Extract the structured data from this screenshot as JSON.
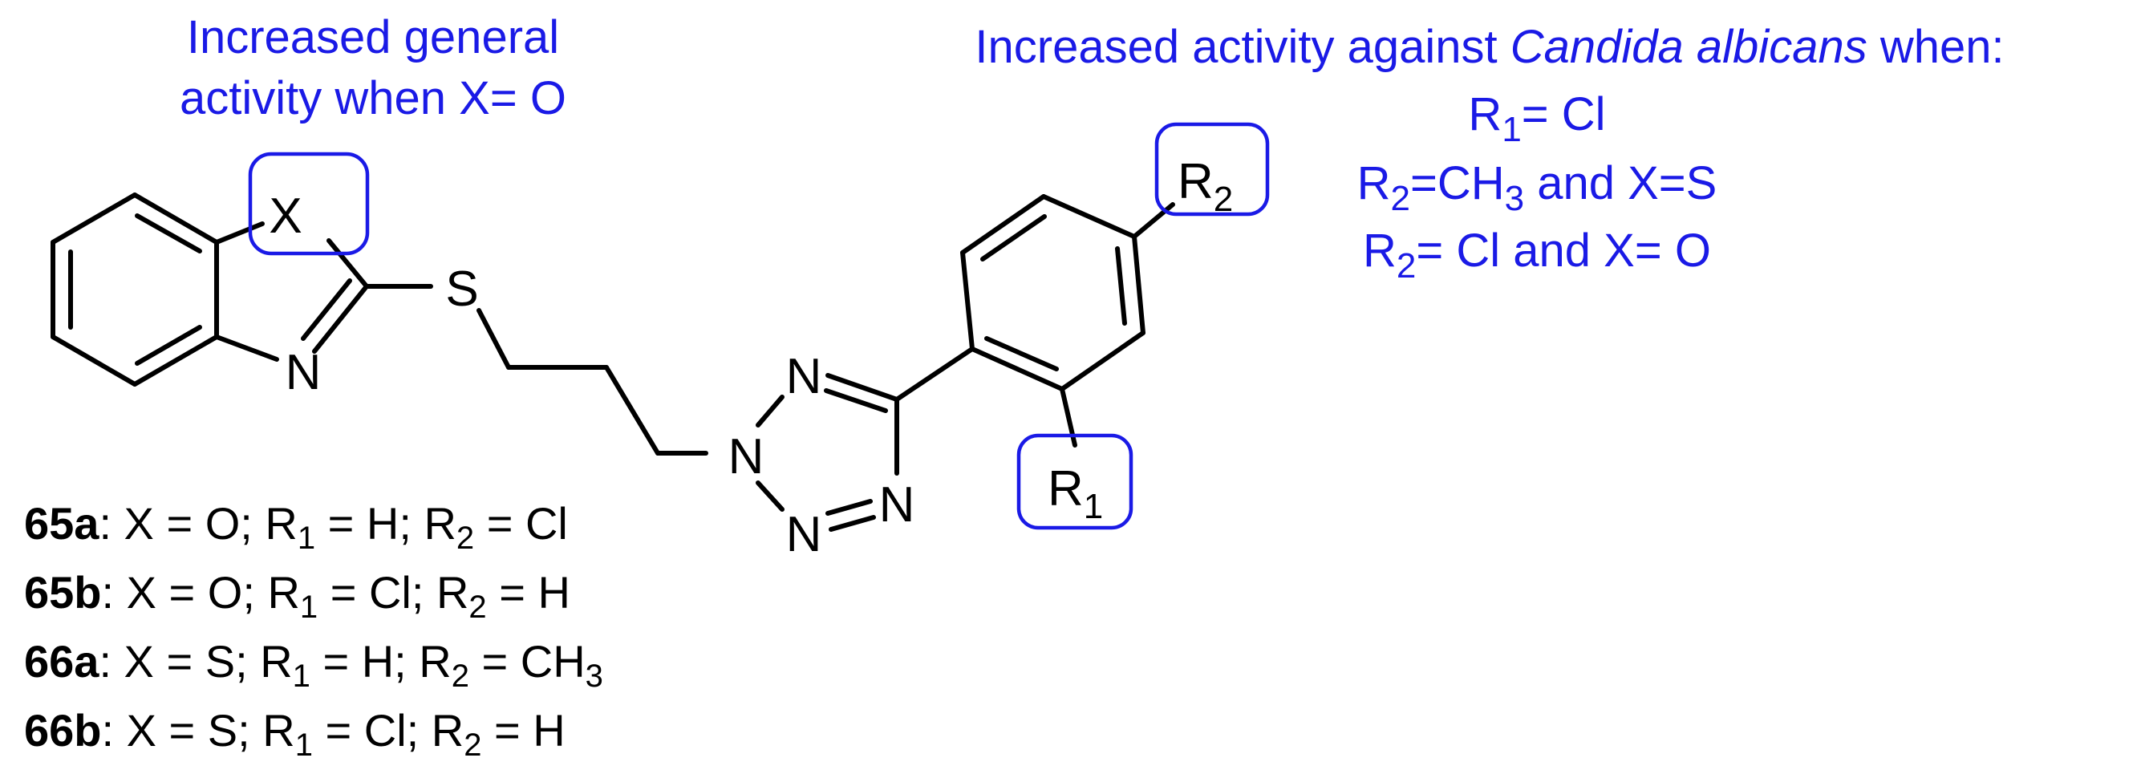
{
  "colors": {
    "annotation": "#1a1ae6",
    "bonds": "#000000",
    "background": "#ffffff"
  },
  "annotations": {
    "general_line1": "Increased general",
    "general_line2": "activity when X= O",
    "candida": {
      "prefix": "Increased activity against ",
      "italic": "Candida albicans",
      "suffix": " when:",
      "c1": {
        "r": "R",
        "sub": "1",
        "rest": "= Cl"
      },
      "c2": {
        "r": "R",
        "sub": "2",
        "mid": "=CH",
        "sub2": "3",
        "rest": " and X=S"
      },
      "c3": {
        "r": "R",
        "sub": "2",
        "rest": "= Cl and X= O"
      }
    }
  },
  "atoms": {
    "X": "X",
    "N_benz": "N",
    "S": "S",
    "N1": "N",
    "N2": "N",
    "N3": "N",
    "N4": "N",
    "R": "R",
    "R1_sub": "1",
    "R2_sub": "2"
  },
  "compounds": [
    {
      "id": "65a",
      "x": ": X = O; R",
      "r1_sub": "1",
      "r1": " = H; R",
      "r2_sub": "2",
      "r2": " = Cl",
      "ch3_sub": ""
    },
    {
      "id": "65b",
      "x": ": X = O; R",
      "r1_sub": "1",
      "r1": " = Cl; R",
      "r2_sub": "2",
      "r2": " = H",
      "ch3_sub": ""
    },
    {
      "id": "66a",
      "x": ": X = S; R",
      "r1_sub": "1",
      "r1": " = H; R",
      "r2_sub": "2",
      "r2": " = CH",
      "ch3_sub": "3"
    },
    {
      "id": "66b",
      "x": ": X = S; R",
      "r1_sub": "1",
      "r1": " = Cl; R",
      "r2_sub": "2",
      "r2": " = H",
      "ch3_sub": ""
    }
  ]
}
